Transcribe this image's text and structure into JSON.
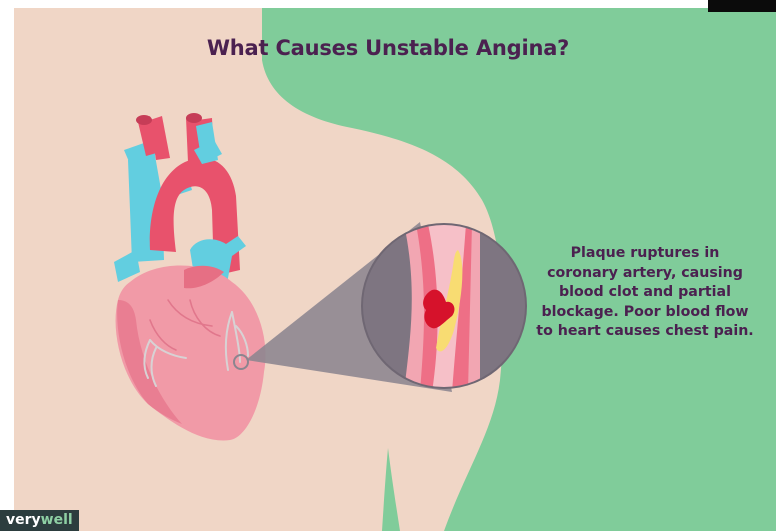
{
  "title": "What Causes Unstable Angina?",
  "caption": "Plaque ruptures in coronary artery, causing blood clot and partial blockage. Poor blood flow to heart causes chest pain.",
  "logo": {
    "part1": "very",
    "part2": "well"
  },
  "icons": [
    "heart-illustration",
    "artery-magnifier",
    "blood-clot"
  ],
  "colors": {
    "background_green": "#80cc9a",
    "body_skin": "#f0d6c6",
    "title_text": "#4b2150",
    "heart_pink": "#f19aa7",
    "aorta_red": "#e8526c",
    "vein_blue": "#62cee0",
    "plaque_yellow": "#f8dc72",
    "clot_red": "#d6122b",
    "magnifier_grey": "#8b858f"
  }
}
